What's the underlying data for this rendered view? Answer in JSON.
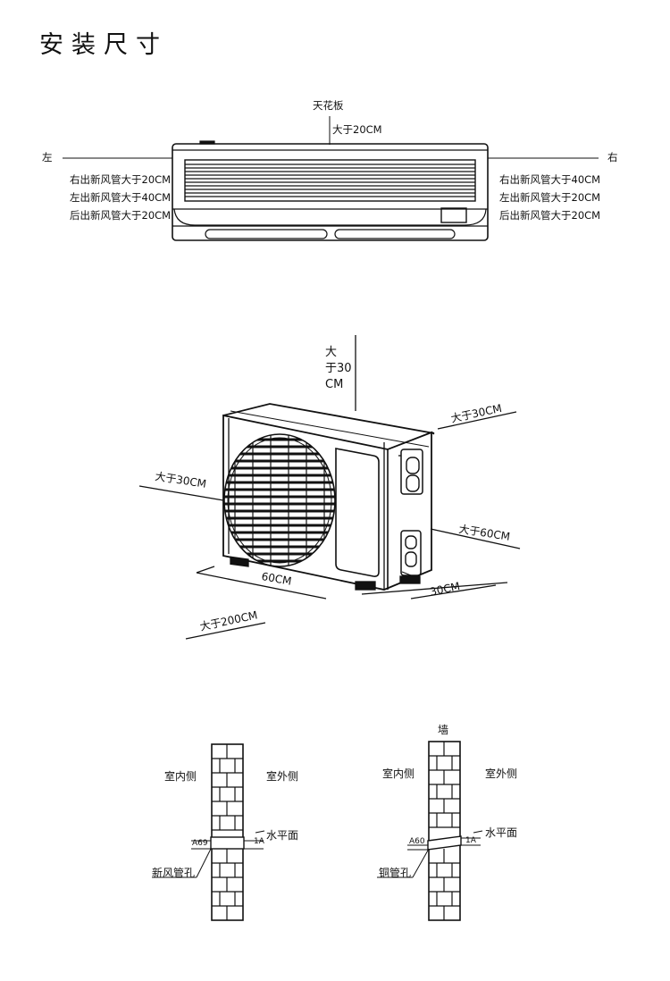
{
  "title": "安装尺寸",
  "indoor": {
    "ceiling": "天花板",
    "top_clearance": "大于20CM",
    "left_side": "左",
    "right_side": "右",
    "left_notes": [
      "右出新风管大于20CM",
      "左出新风管大于40CM",
      "后出新风管大于20CM"
    ],
    "right_notes": [
      "右出新风管大于40CM",
      "左出新风管大于20CM",
      "后出新风管大于20CM"
    ]
  },
  "outdoor": {
    "top": [
      "大",
      "于30",
      "CM"
    ],
    "back_right": "大于30CM",
    "left": "大于30CM",
    "right": "大于60CM",
    "width": "60CM",
    "depth": "30CM",
    "front": "大于200CM"
  },
  "wall_left": {
    "indoor": "室内侧",
    "outdoor": "室外侧",
    "level": "水平面",
    "dim_a": "A69",
    "dim_b": "1A",
    "hole": "新风管孔"
  },
  "wall_right": {
    "wall": "墙",
    "indoor": "室内侧",
    "outdoor": "室外侧",
    "level": "水平面",
    "dim_a": "A60",
    "dim_b": "1A",
    "hole": "铜管孔"
  }
}
